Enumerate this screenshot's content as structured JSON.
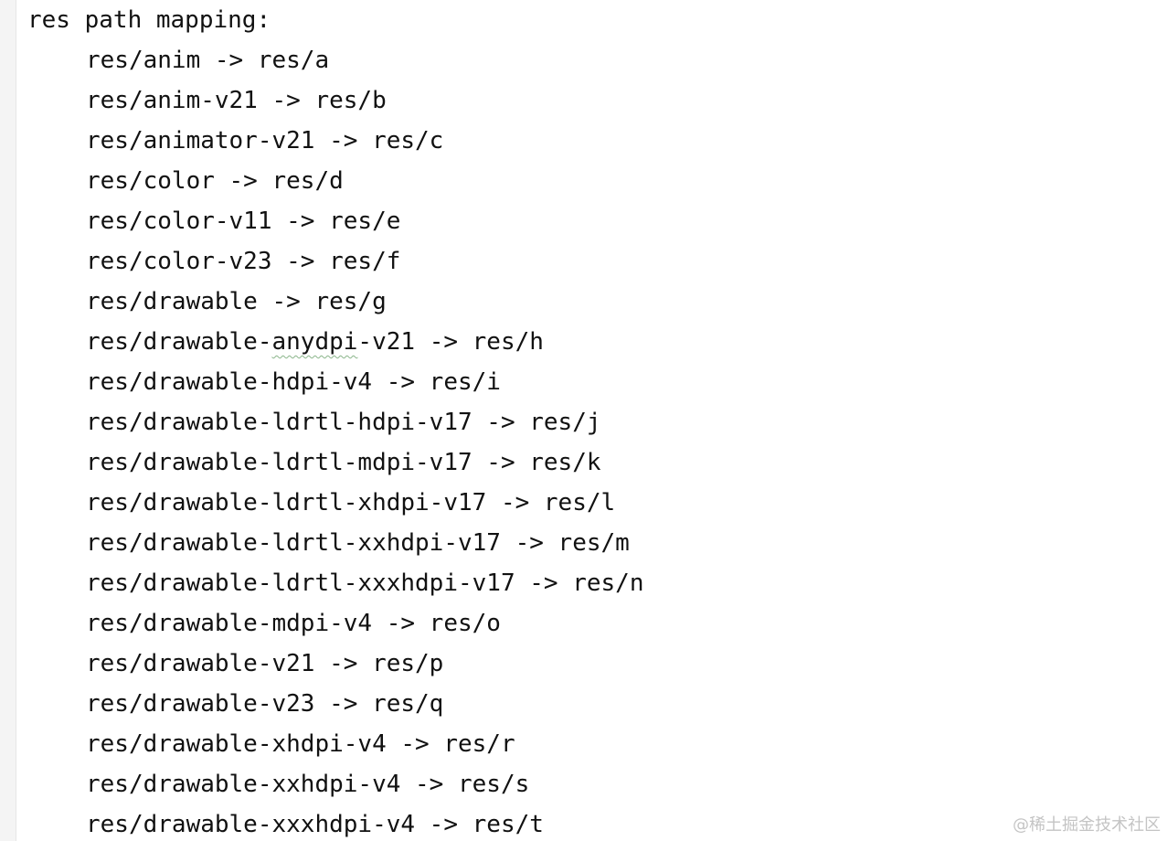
{
  "editor": {
    "header_line": "res path mapping:",
    "mappings": [
      "res/anim -> res/a",
      "res/anim-v21 -> res/b",
      "res/animator-v21 -> res/c",
      "res/color -> res/d",
      "res/color-v11 -> res/e",
      "res/color-v23 -> res/f",
      "res/drawable -> res/g",
      "res/drawable-anydpi-v21 -> res/h",
      "res/drawable-hdpi-v4 -> res/i",
      "res/drawable-ldrtl-hdpi-v17 -> res/j",
      "res/drawable-ldrtl-mdpi-v17 -> res/k",
      "res/drawable-ldrtl-xhdpi-v17 -> res/l",
      "res/drawable-ldrtl-xxhdpi-v17 -> res/m",
      "res/drawable-ldrtl-xxxhdpi-v17 -> res/n",
      "res/drawable-mdpi-v4 -> res/o",
      "res/drawable-v21 -> res/p",
      "res/drawable-v23 -> res/q",
      "res/drawable-xhdpi-v4 -> res/r",
      "res/drawable-xxhdpi-v4 -> res/s",
      "res/drawable-xxxhdpi-v4 -> res/t"
    ],
    "spellcheck_word": "anydpi"
  },
  "watermark": {
    "text": "@稀土掘金技术社区"
  },
  "colors": {
    "text": "#111111",
    "background": "#ffffff",
    "gutter": "#f4f4f4",
    "spellcheck_underline": "#8ab58a",
    "watermark": "#c4c4c4"
  }
}
